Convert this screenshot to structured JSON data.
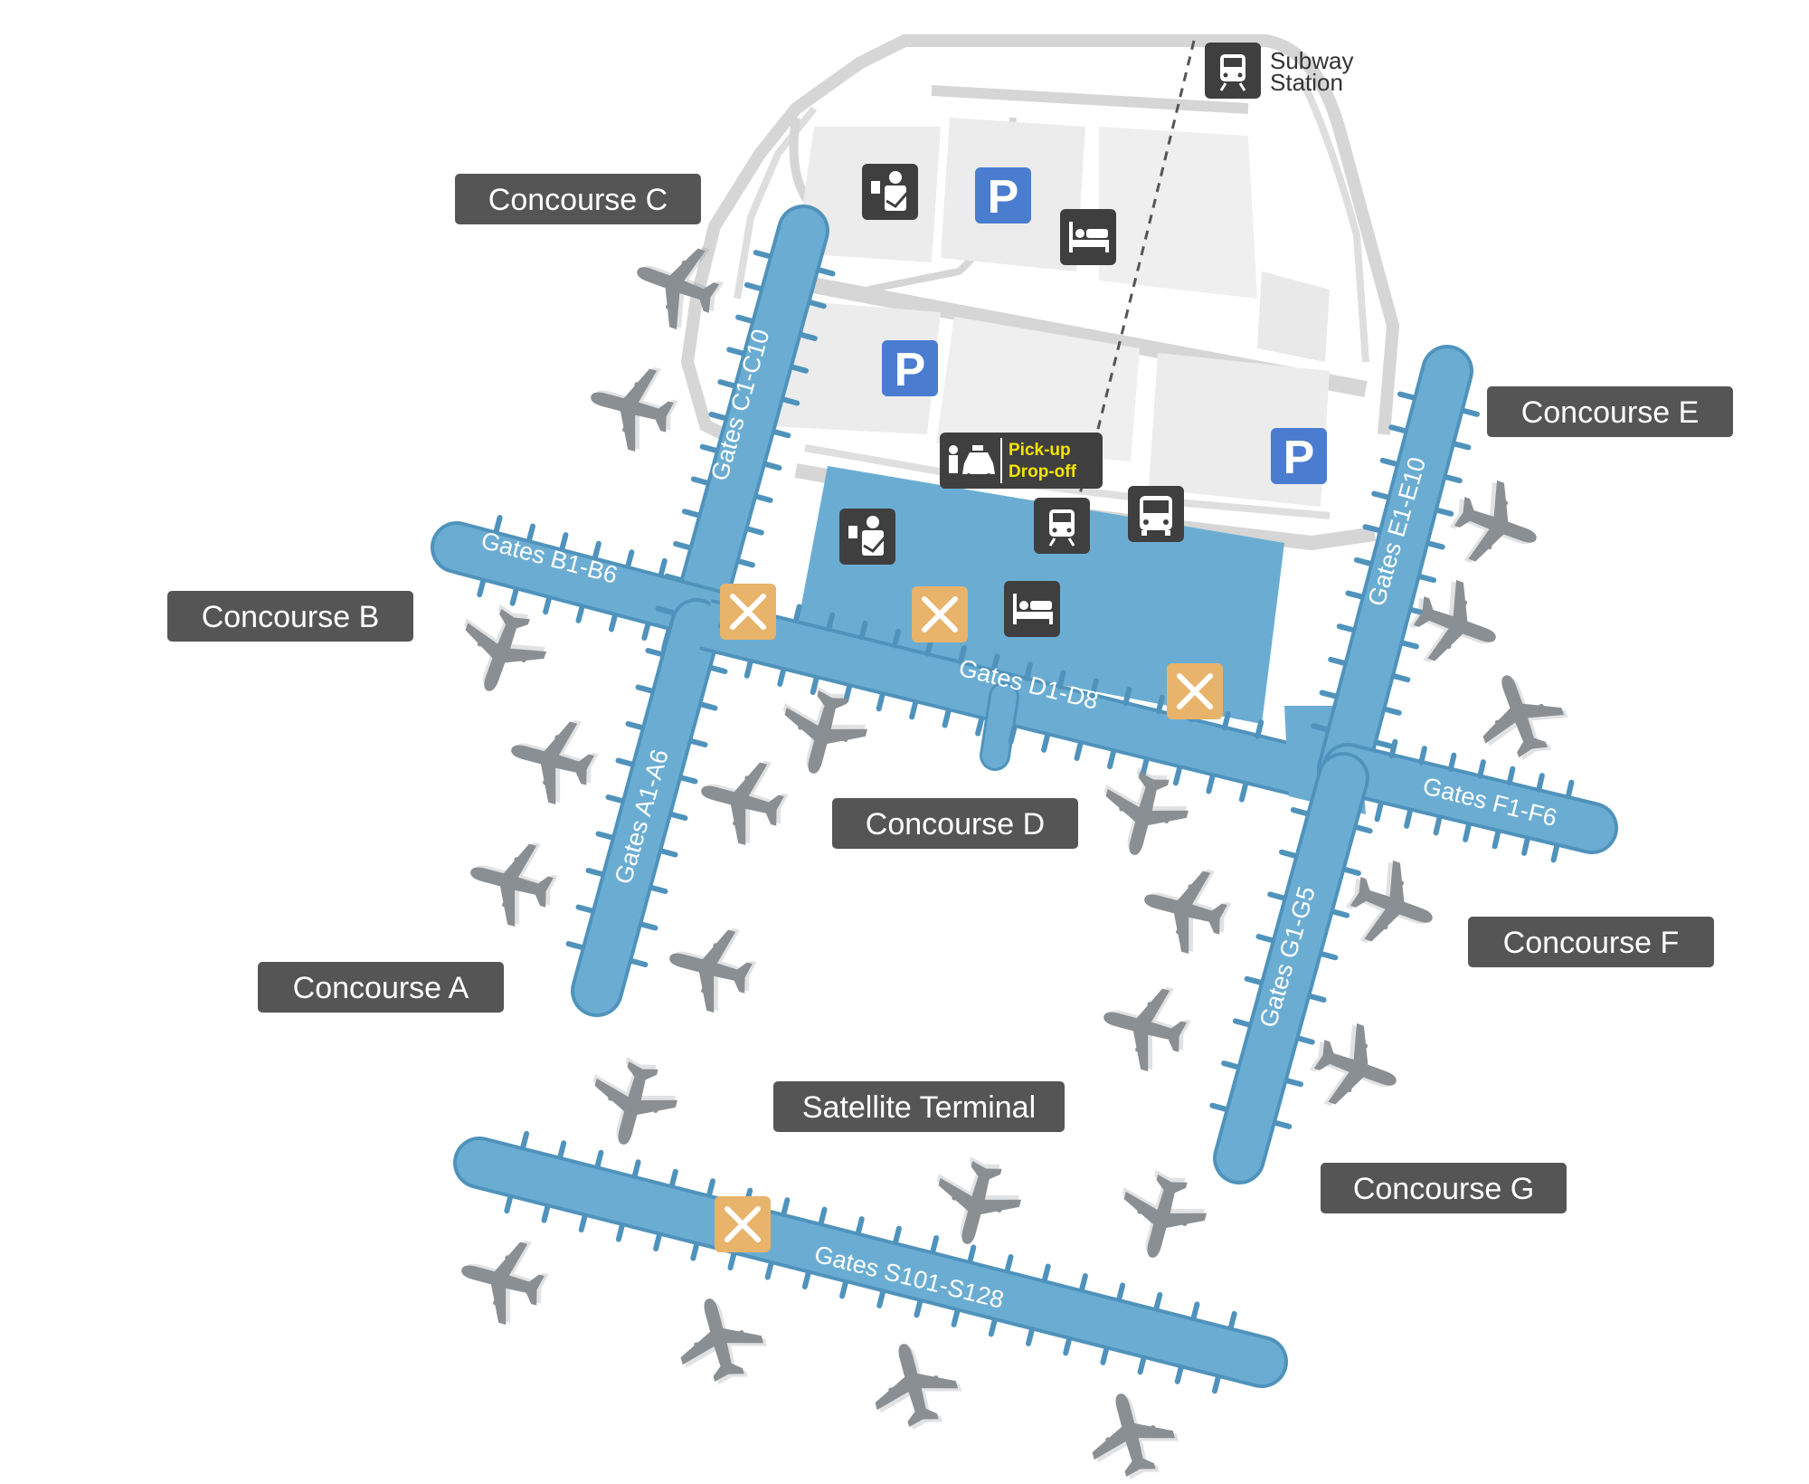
{
  "concourses": {
    "a": "Concourse A",
    "b": "Concourse B",
    "c": "Concourse C",
    "d": "Concourse D",
    "e": "Concourse E",
    "f": "Concourse F",
    "g": "Concourse G",
    "satellite": "Satellite Terminal"
  },
  "gates": {
    "a": "Gates A1-A6",
    "b": "Gates B1-B6",
    "c": "Gates C1-C10",
    "d": "Gates D1-D8",
    "e": "Gates E1-E10",
    "f": "Gates F1-F6",
    "g": "Gates G1-G5",
    "s": "Gates S101-S128"
  },
  "subway": {
    "line1": "Subway",
    "line2": "Station"
  },
  "pickup": {
    "line1": "Pick-up",
    "line2": "Drop-off"
  },
  "parking": {
    "symbol": "P"
  },
  "colors": {
    "concourse": "#6badd2",
    "concourse_dark": "#4f93bd",
    "label_bg": "#555555",
    "parking": "#4a7cd0",
    "dining": "#e8b36a",
    "service_icon": "#3f3f3f",
    "road": "#d3d3d3",
    "lot": "#ececec",
    "plane": "#8a8f93"
  },
  "icons": [
    "plane-icon",
    "parking-icon",
    "dining-icon",
    "hotel-icon",
    "customs-icon",
    "train-icon",
    "bus-icon",
    "taxi-icon"
  ]
}
